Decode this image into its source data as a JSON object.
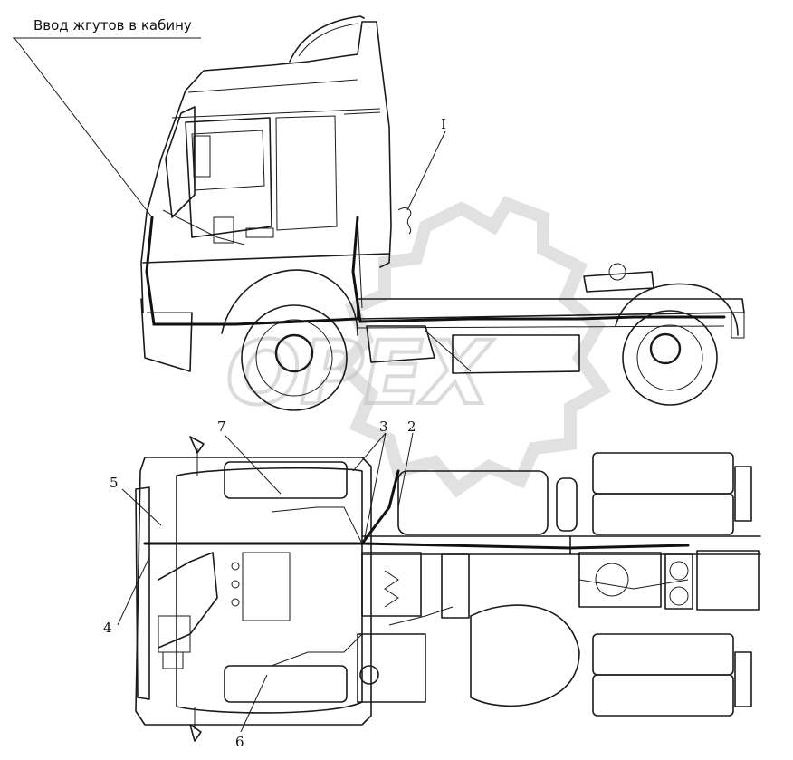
{
  "figure": {
    "title_label": "Ввод жгутов в кабину",
    "watermark_text": "OPEX",
    "callouts": {
      "c1": "I",
      "c2": "2",
      "c3": "3",
      "c4": "4",
      "c5": "5",
      "c6": "6",
      "c7": "7"
    }
  }
}
